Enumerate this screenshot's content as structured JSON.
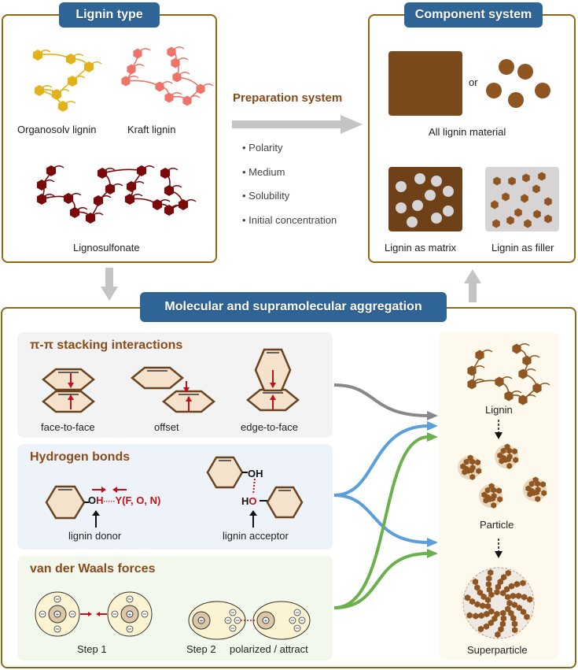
{
  "panels": {
    "lignin_type": {
      "title": "Lignin type",
      "items": [
        {
          "label": "Organosolv lignin",
          "color": "#e2b21c"
        },
        {
          "label": "Kraft lignin",
          "color": "#ec7468"
        },
        {
          "label": "Lignosulfonate",
          "color": "#7a0a0a"
        }
      ]
    },
    "preparation_system": {
      "title": "Preparation system",
      "factors": [
        "• Polarity",
        "• Medium",
        "• Solubility",
        "• Initial concentration"
      ]
    },
    "component_system": {
      "title": "Component system",
      "or_label": "or",
      "items": [
        {
          "label": "All lignin material"
        },
        {
          "label": "Lignin as matrix"
        },
        {
          "label": "Lignin as filler"
        }
      ],
      "lignin_color": "#7a4a1c"
    },
    "aggregation": {
      "title": "Molecular and supramolecular aggregation",
      "pi_stacking": {
        "title": "π-π stacking interactions",
        "modes": [
          "face-to-face",
          "offset",
          "edge-to-face"
        ]
      },
      "hydrogen_bonds": {
        "title": "Hydrogen bonds",
        "donor_label": "lignin donor",
        "acceptor_label": "lignin acceptor",
        "donor_formula": {
          "oh": "O",
          "h": "H",
          "dots": "·····",
          "y": "Y(F, O, N)"
        },
        "acceptor_formula": {
          "oh": "OH",
          "ho_h": "H",
          "ho_o": "O"
        }
      },
      "vdw": {
        "title": "van der Waals forces",
        "step1": "Step 1",
        "step2": "Step 2",
        "step2_note": "polarized / attract"
      },
      "outcomes": [
        "Lignin",
        "Particle",
        "Superparticle"
      ]
    }
  },
  "colors": {
    "badge": "#2f6496",
    "panel_border": "#8a6a12",
    "subtitle": "#8a4a1a",
    "arrow_gray": "#888888",
    "arrow_blue": "#5a9fdc",
    "arrow_green": "#6ab04c",
    "red": "#c0101a"
  }
}
